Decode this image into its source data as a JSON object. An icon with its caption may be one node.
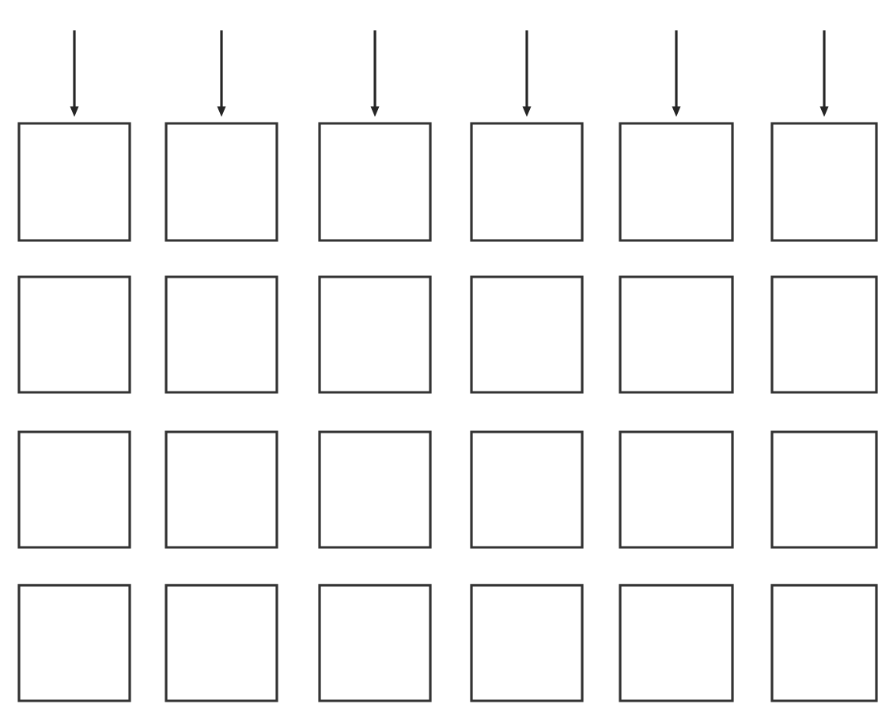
{
  "diagram": {
    "nodes": [
      {
        "text": [],
        "shape": "box"
      },
      {
        "text": [],
        "shape": "box"
      },
      {
        "text": [],
        "shape": "box"
      },
      {
        "text": [],
        "shape": "box"
      },
      {
        "text": [],
        "shape": "box"
      },
      {
        "text": [],
        "shape": "box"
      },
      {
        "text": [],
        "shape": "box"
      },
      {
        "text": [],
        "shape": "box"
      },
      {
        "text": [],
        "shape": "box"
      },
      {
        "text": [],
        "shape": "box"
      },
      {
        "text": [],
        "shape": "box"
      },
      {
        "text": [],
        "shape": "box"
      },
      {
        "text": [],
        "shape": "box"
      },
      {
        "text": [],
        "shape": "box"
      },
      {
        "text": [],
        "shape": "box"
      },
      {
        "text": [],
        "shape": "box"
      },
      {
        "text": [],
        "shape": "box"
      },
      {
        "text": [],
        "shape": "box"
      },
      {
        "text": [],
        "shape": "box"
      },
      {
        "text": [],
        "shape": "box"
      },
      {
        "text": [],
        "shape": "box"
      },
      {
        "text": [],
        "shape": "box"
      },
      {
        "text": [],
        "shape": "box"
      },
      {
        "text": [],
        "shape": "box"
      }
    ],
    "edges": [
      {
        "from": null,
        "to": 0,
        "arrow": "to"
      },
      {
        "from": null,
        "to": 1,
        "arrow": "to"
      },
      {
        "from": null,
        "to": 2,
        "arrow": "to"
      },
      {
        "from": null,
        "to": 3,
        "arrow": "to"
      },
      {
        "from": null,
        "to": 4,
        "arrow": "to"
      },
      {
        "from": null,
        "to": 5,
        "arrow": "to"
      }
    ]
  }
}
